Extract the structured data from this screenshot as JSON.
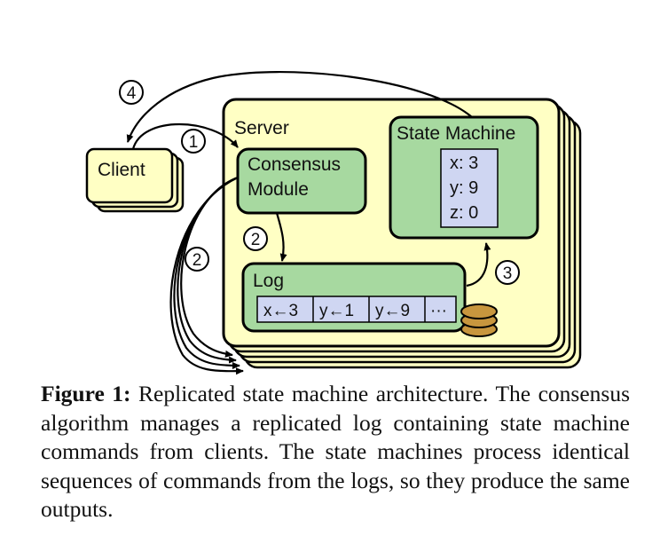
{
  "diagram": {
    "server_label": "Server",
    "client_label": "Client",
    "consensus_label_line1": "Consensus",
    "consensus_label_line2": "Module",
    "state_machine_label": "State Machine",
    "state_values": [
      "x: 3",
      "y: 9",
      "z: 0"
    ],
    "log_label": "Log",
    "log_entries": [
      "x←3",
      "y←1",
      "y←9",
      "···"
    ],
    "steps": [
      "1",
      "2",
      "2",
      "3",
      "4"
    ],
    "colors": {
      "server_fill": "#ffffc4",
      "client_fill": "#ffffc4",
      "module_fill": "#a7d9a0",
      "state_cell_fill": "#cfd6f2",
      "log_cell_fill": "#cfd6f2",
      "disk_fill": "#c8963e"
    }
  },
  "caption": {
    "label": "Figure 1:",
    "text": "Replicated state machine architecture. The consensus algorithm manages a replicated log containing state machine commands from clients. The state machines process identical sequences of commands from the logs, so they produce the same outputs."
  }
}
